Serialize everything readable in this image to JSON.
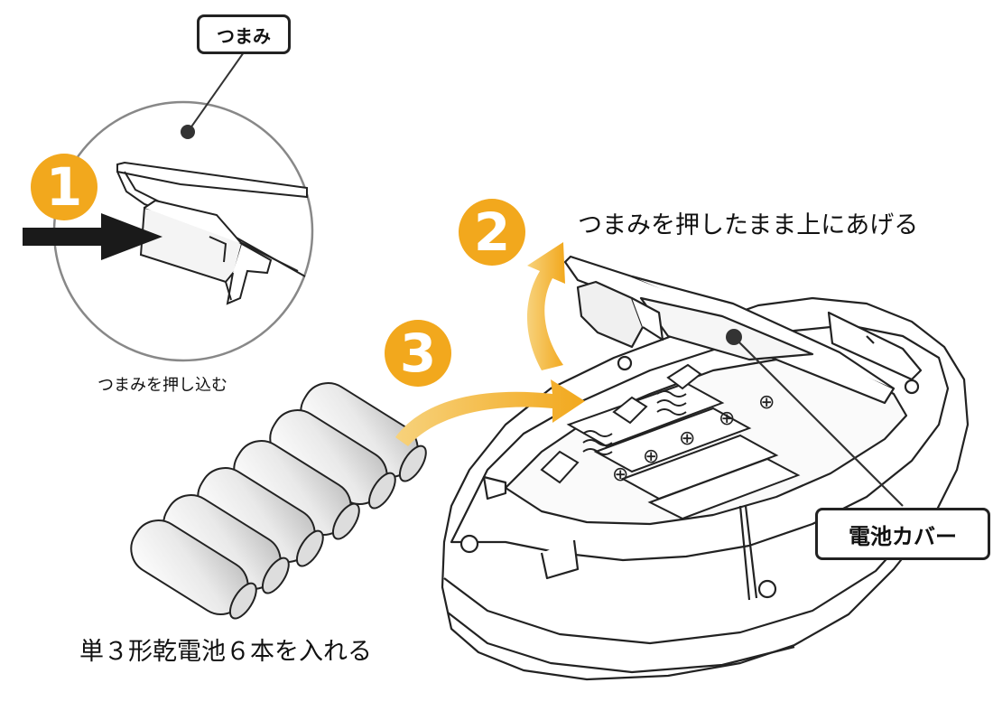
{
  "labels": {
    "knob": "つまみ",
    "battery_cover": "電池カバー"
  },
  "steps": [
    {
      "number": "1",
      "text": "つまみを押し込む"
    },
    {
      "number": "2",
      "text": "つまみを押したまま上にあげる"
    },
    {
      "number": "3",
      "text": "単３形乾電池６本を入れる"
    }
  ],
  "colors": {
    "step_badge": "#f2a81d",
    "push_arrow": "#1a1a1a",
    "line": "#222222"
  }
}
